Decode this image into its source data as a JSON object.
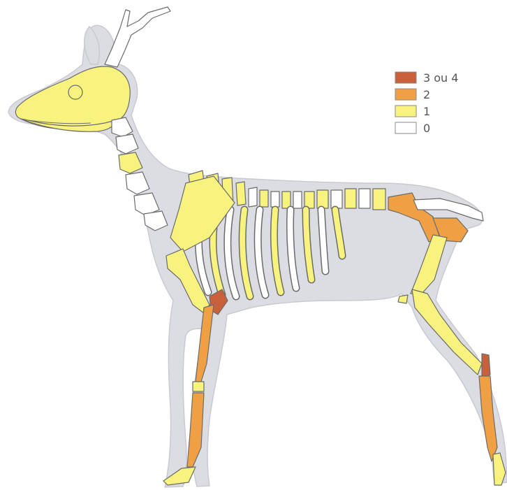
{
  "legend": {
    "items": [
      {
        "label": "3 ou 4",
        "color": "#c8613b"
      },
      {
        "label": "2",
        "color": "#f0a044"
      },
      {
        "label": "1",
        "color": "#f8f27e"
      },
      {
        "label": "0",
        "color": "#ffffff"
      }
    ]
  },
  "colors": {
    "silhouette": "#dcdde2",
    "silhouette_edge": "#c9cad0",
    "bone_outline": "#6b6b6b"
  }
}
